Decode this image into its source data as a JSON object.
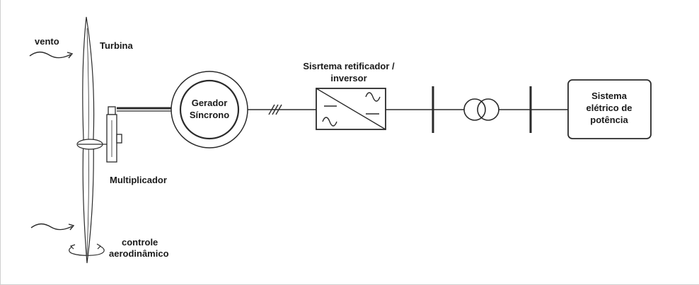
{
  "labels": {
    "vento": "vento",
    "turbina": "Turbina",
    "multiplicador": "Multiplicador",
    "controle_line1": "controle",
    "controle_line2": "aerodinâmico",
    "gerador_line1": "Gerador",
    "gerador_line2": "Síncrono",
    "conversor_line1": "Sisrtema retificador /",
    "conversor_line2": "inversor",
    "sistema_line1": "Sistema",
    "sistema_line2": "elétrico de",
    "sistema_line3": "potência"
  },
  "colors": {
    "stroke": "#2a2a2a",
    "text": "#1a1a1a",
    "background": "#ffffff"
  }
}
